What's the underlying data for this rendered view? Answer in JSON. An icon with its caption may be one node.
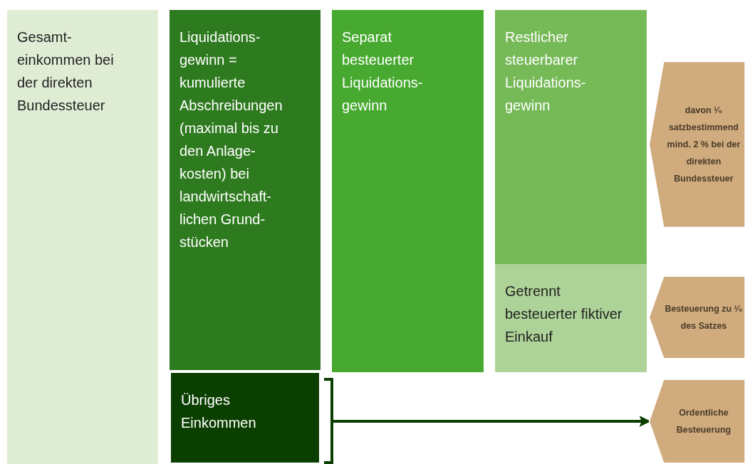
{
  "diagram": {
    "nodes": [
      {
        "text": [
          "Gesamt- einkommen bei der direkten Bundessteuer"
        ]
      },
      {
        "text": [
          "Liquidations- gewinn = kumulierte Abschreibungen (maximal bis zu den Anlage- kosten) bei landwirtschaft- lichen Grund- stücken"
        ]
      },
      {
        "text": [
          "Übriges Einkommen"
        ]
      },
      {
        "text": [
          "Separat besteuerter Liquidations- gewinn"
        ]
      },
      {
        "text": [
          "Restlicher steuerbarer Liquidations- gewinn"
        ]
      },
      {
        "text": [
          "Getrennt besteuerter fiktiver Einkauf"
        ]
      },
      {
        "text": [
          "davon ¹⁄₅ satzbestimmend mind. 2 % bei der direkten Bundessteuer"
        ]
      },
      {
        "text": [
          "Besteuerung zu ¹⁄₅ des Satzes"
        ]
      },
      {
        "text": [
          "Ordentliche Besteuerung"
        ]
      }
    ],
    "edges": [
      {
        "from": 2,
        "to": 8,
        "arrow": "to"
      }
    ]
  }
}
